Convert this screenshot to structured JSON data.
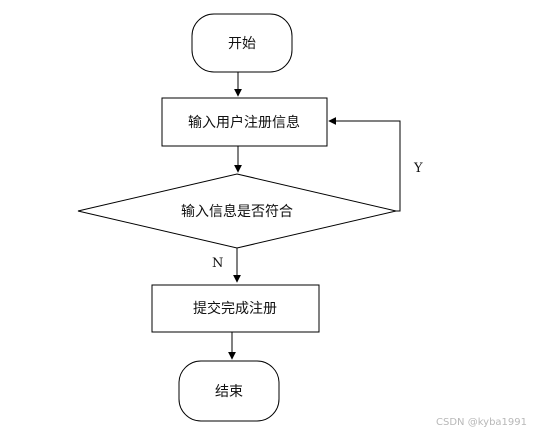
{
  "nodes": {
    "start": "开始",
    "input_registration_info": "输入用户注册信息",
    "check_info_valid": "输入信息是否符合",
    "submit_registration": "提交完成注册",
    "end": "结束"
  },
  "edge_labels": {
    "yes": "Y",
    "no": "N"
  },
  "watermark": "CSDN @kyba1991"
}
